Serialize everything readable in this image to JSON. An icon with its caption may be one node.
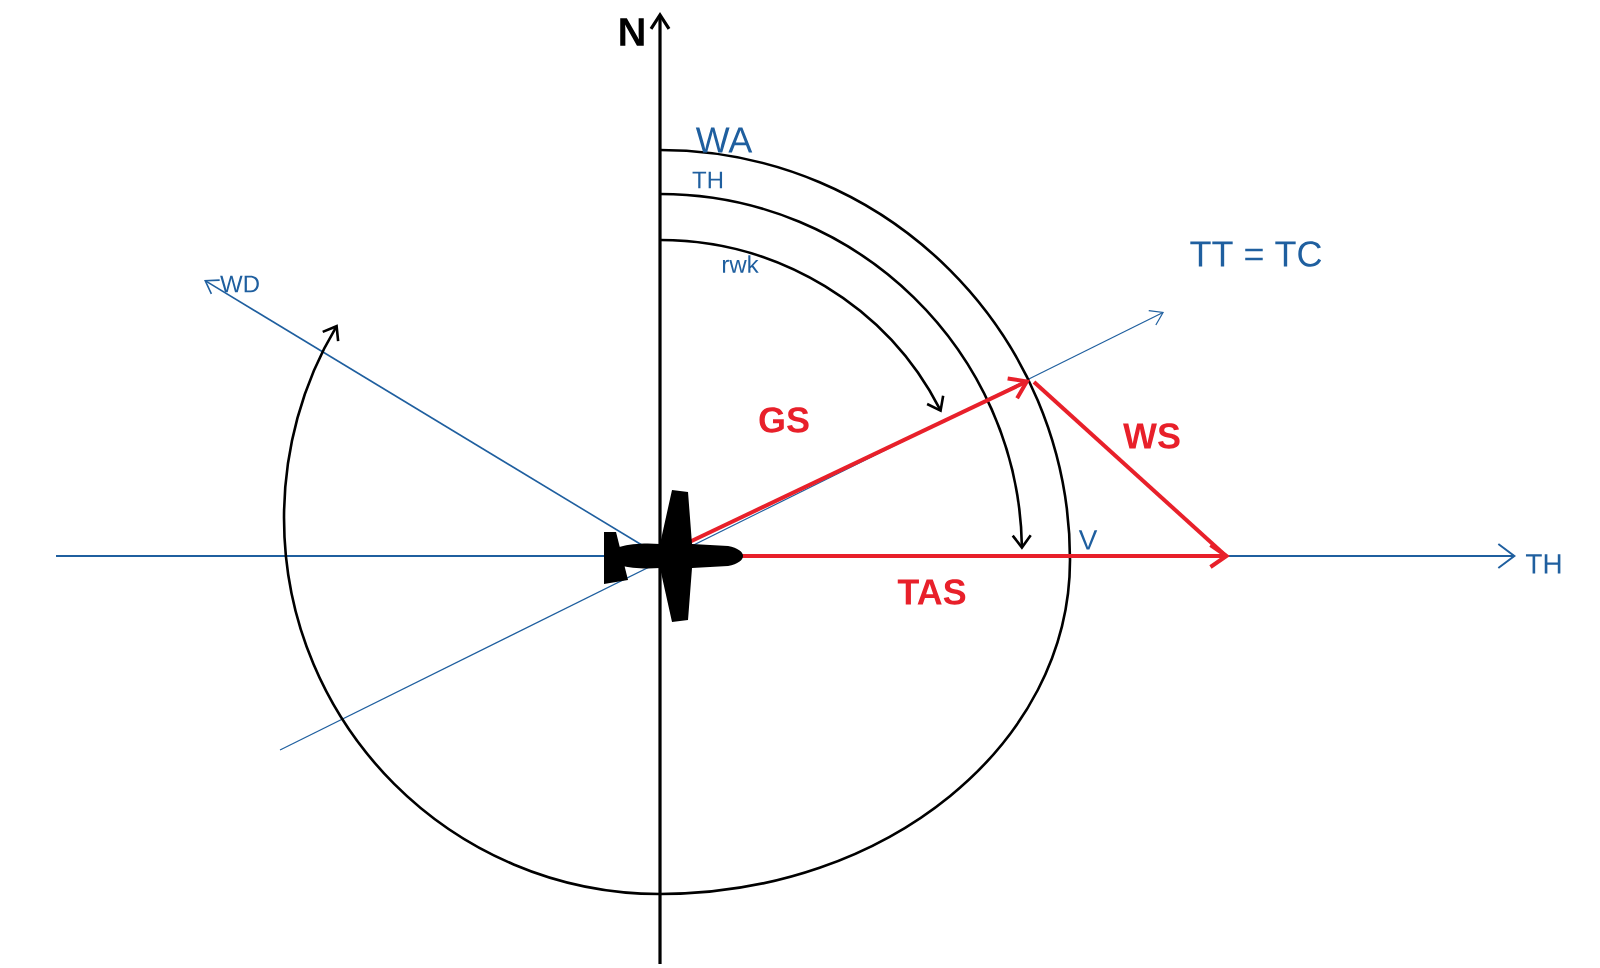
{
  "diagram": {
    "labels": [
      "N",
      "WA",
      "TH",
      "rwk",
      "TT = TC",
      "WD",
      "GS",
      "WS",
      "V",
      "TH",
      "TAS"
    ]
  }
}
